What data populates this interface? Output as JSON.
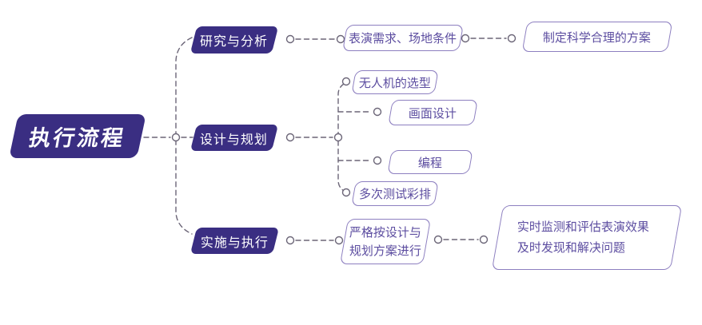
{
  "colors": {
    "primary": "#3a2e82",
    "node_border": "#8d7fc0",
    "node_text": "#5c4da0",
    "connector": "#6b6577"
  },
  "root": {
    "label": "执行流程"
  },
  "branches": [
    {
      "label": "研究与分析",
      "children": [
        {
          "lines": [
            "表演需求、场地条件"
          ]
        },
        {
          "lines": [
            "制定科学合理的方案"
          ]
        }
      ]
    },
    {
      "label": "设计与规划",
      "children": [
        {
          "lines": [
            "无人机的选型"
          ]
        },
        {
          "lines": [
            "画面设计"
          ]
        },
        {
          "lines": [
            "编程"
          ]
        },
        {
          "lines": [
            "多次测试彩排"
          ]
        }
      ]
    },
    {
      "label": "实施与执行",
      "children": [
        {
          "lines": [
            "严格按设计与",
            "规划方案进行"
          ]
        },
        {
          "lines": [
            "实时监测和评估表演效果",
            "及时发现和解决问题"
          ]
        }
      ]
    }
  ]
}
